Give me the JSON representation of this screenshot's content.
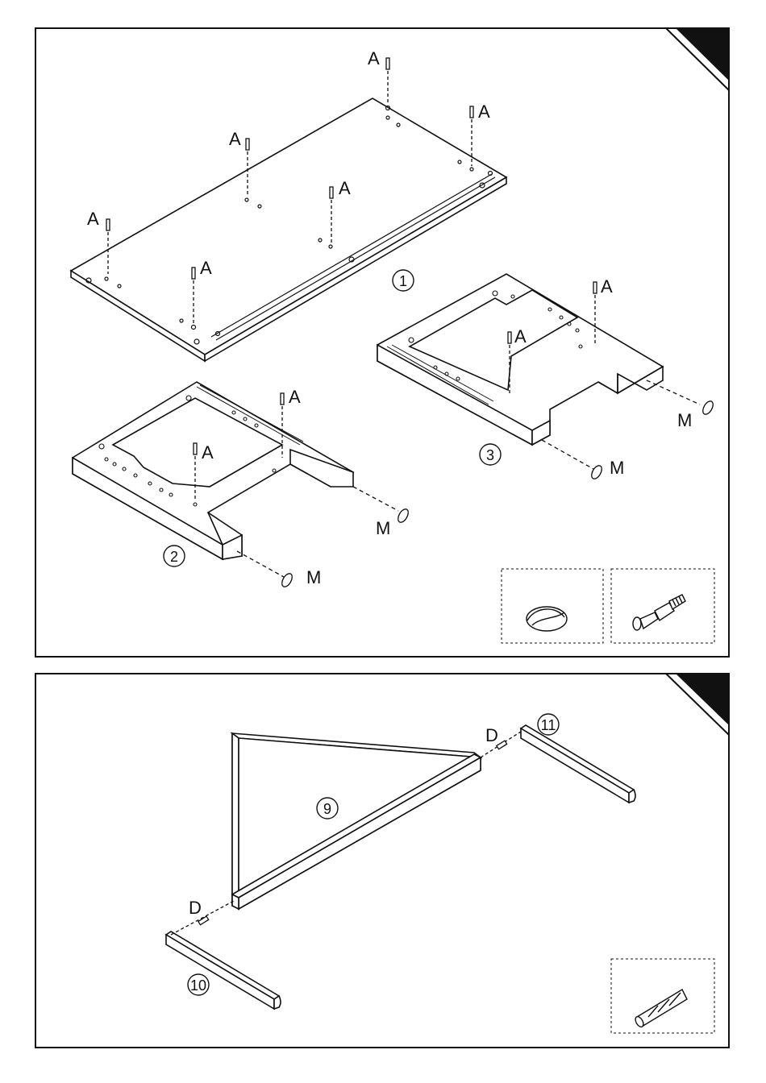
{
  "step1": {
    "labels": {
      "screw": "A",
      "cam": "M",
      "part_top": "1",
      "part_left": "2",
      "part_right": "3"
    },
    "hardware_boxes": [
      "cam-cover-cap-icon",
      "cam-bolt-icon"
    ]
  },
  "step2": {
    "labels": {
      "dowel": "D",
      "part_rail": "9",
      "part_left": "10",
      "part_right": "11"
    },
    "hardware_boxes": [
      "wood-dowel-icon"
    ]
  }
}
